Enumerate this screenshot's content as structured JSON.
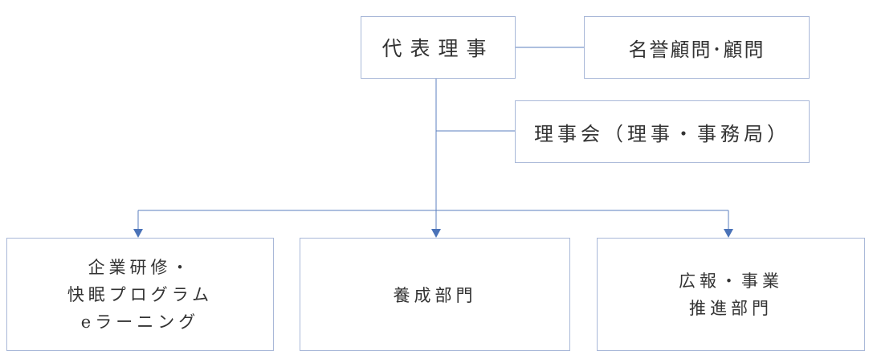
{
  "nodes": {
    "representative": {
      "label": "代表理事"
    },
    "advisors": {
      "label": "名誉顧問･顧問"
    },
    "board": {
      "label": "理事会（理事・事務局）"
    },
    "corporate": {
      "lines": [
        "企業研修・",
        "快眠プログラム",
        "eラーニング"
      ]
    },
    "training": {
      "label": "養成部門"
    },
    "pr": {
      "lines": [
        "広報・事業",
        "推進部門"
      ]
    }
  },
  "colors": {
    "connector": "#5b7fbf",
    "border": "#a9b8d8",
    "text": "#333333"
  }
}
